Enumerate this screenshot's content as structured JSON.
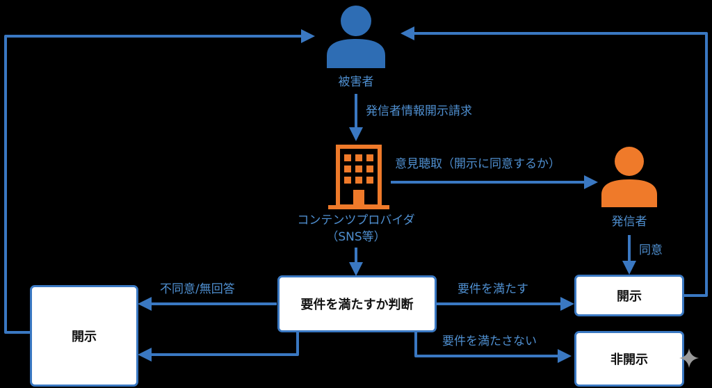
{
  "diagram": {
    "nodes": {
      "victim": {
        "label": "被害者"
      },
      "provider": {
        "label_line1": "コンテンツプロバイダ",
        "label_line2": "（SNS等）"
      },
      "sender": {
        "label": "発信者"
      },
      "judge_box": {
        "label": "要件を満たすか判断"
      },
      "disclose_left_box": {
        "label": "開示"
      },
      "disclose_right_box": {
        "label": "開示"
      },
      "non_disclose_box": {
        "label": "非開示"
      }
    },
    "edges": {
      "request": "発信者情報開示請求",
      "hearing": "意見聴取（開示に同意するか）",
      "consent": "同意",
      "disagree": "不同意/無回答",
      "meets": "要件を満たす",
      "not_meets": "要件を満たさない"
    }
  },
  "colors": {
    "background": "#000000",
    "connector": "#3a78c2",
    "label_text": "#4f8fd0",
    "victim_icon": "#2e6db4",
    "provider_icon": "#ef7a2a",
    "sender_icon": "#ef7a2a",
    "box_fill": "#ffffff",
    "box_text": "#111111"
  },
  "icons": {
    "victim": "person-icon",
    "provider": "building-icon",
    "sender": "person-icon",
    "corner": "sparkle-icon"
  }
}
